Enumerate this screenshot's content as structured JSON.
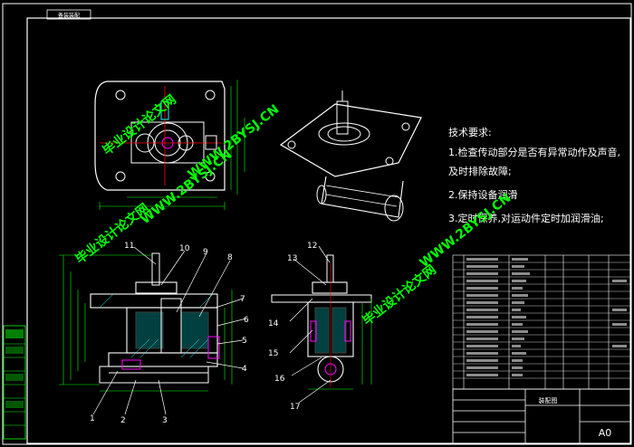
{
  "title_tab": "备装装配",
  "tech_requirements": {
    "heading": "技术要求:",
    "items": [
      "1.检查传动部分是否有异常动作及声音,",
      "及时排除故障;",
      "2.保持设备润滑",
      "3.定时保养,对运动件定时加润滑油;"
    ]
  },
  "watermarks": [
    "毕业设计论文网",
    "WWW.2BYSJ.CN",
    "毕业设计论文网",
    "WWW.2BYSJ.CN",
    "毕业设计论文网",
    "WWW.2BYSJ.CN"
  ],
  "callouts_left": [
    "11",
    "10",
    "9",
    "8",
    "7",
    "6",
    "5",
    "4",
    "3",
    "2",
    "1"
  ],
  "callouts_right": [
    "13",
    "12",
    "14",
    "15",
    "16",
    "17"
  ],
  "title_block": {
    "drawing_name": "装配图",
    "sheet_size": "A0"
  },
  "colors": {
    "background": "#000000",
    "frame": "#ffffff",
    "part_outline": "#ffffff",
    "dimension": "#00ff00",
    "hatch": "#00ffff",
    "accent_red": "#ff0000",
    "accent_magenta": "#ff00ff",
    "watermark": "#00ff00"
  }
}
